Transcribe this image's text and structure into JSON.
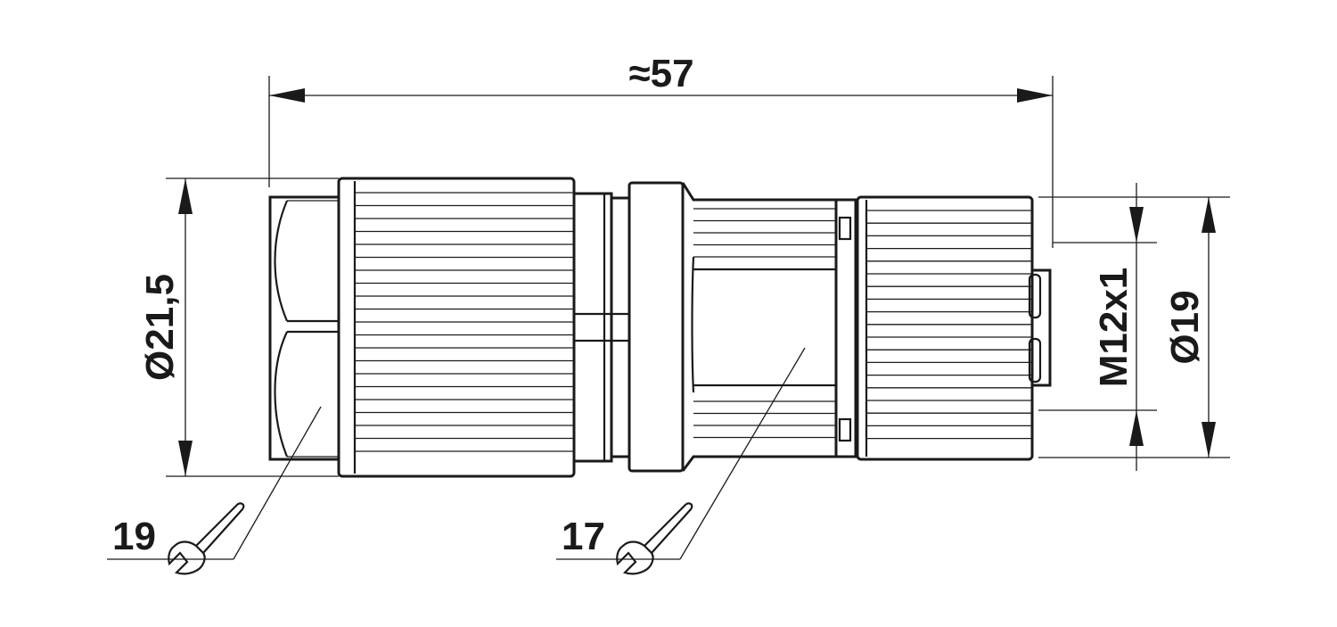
{
  "dimensions": {
    "overall_length": "≈57",
    "body_diameter": "Ø21,5",
    "thread": "M12x1",
    "nut_diameter": "Ø19"
  },
  "wrench_sizes": {
    "left": "19",
    "right": "17"
  },
  "colors": {
    "line": "#1a1a1a",
    "background": "#ffffff"
  }
}
